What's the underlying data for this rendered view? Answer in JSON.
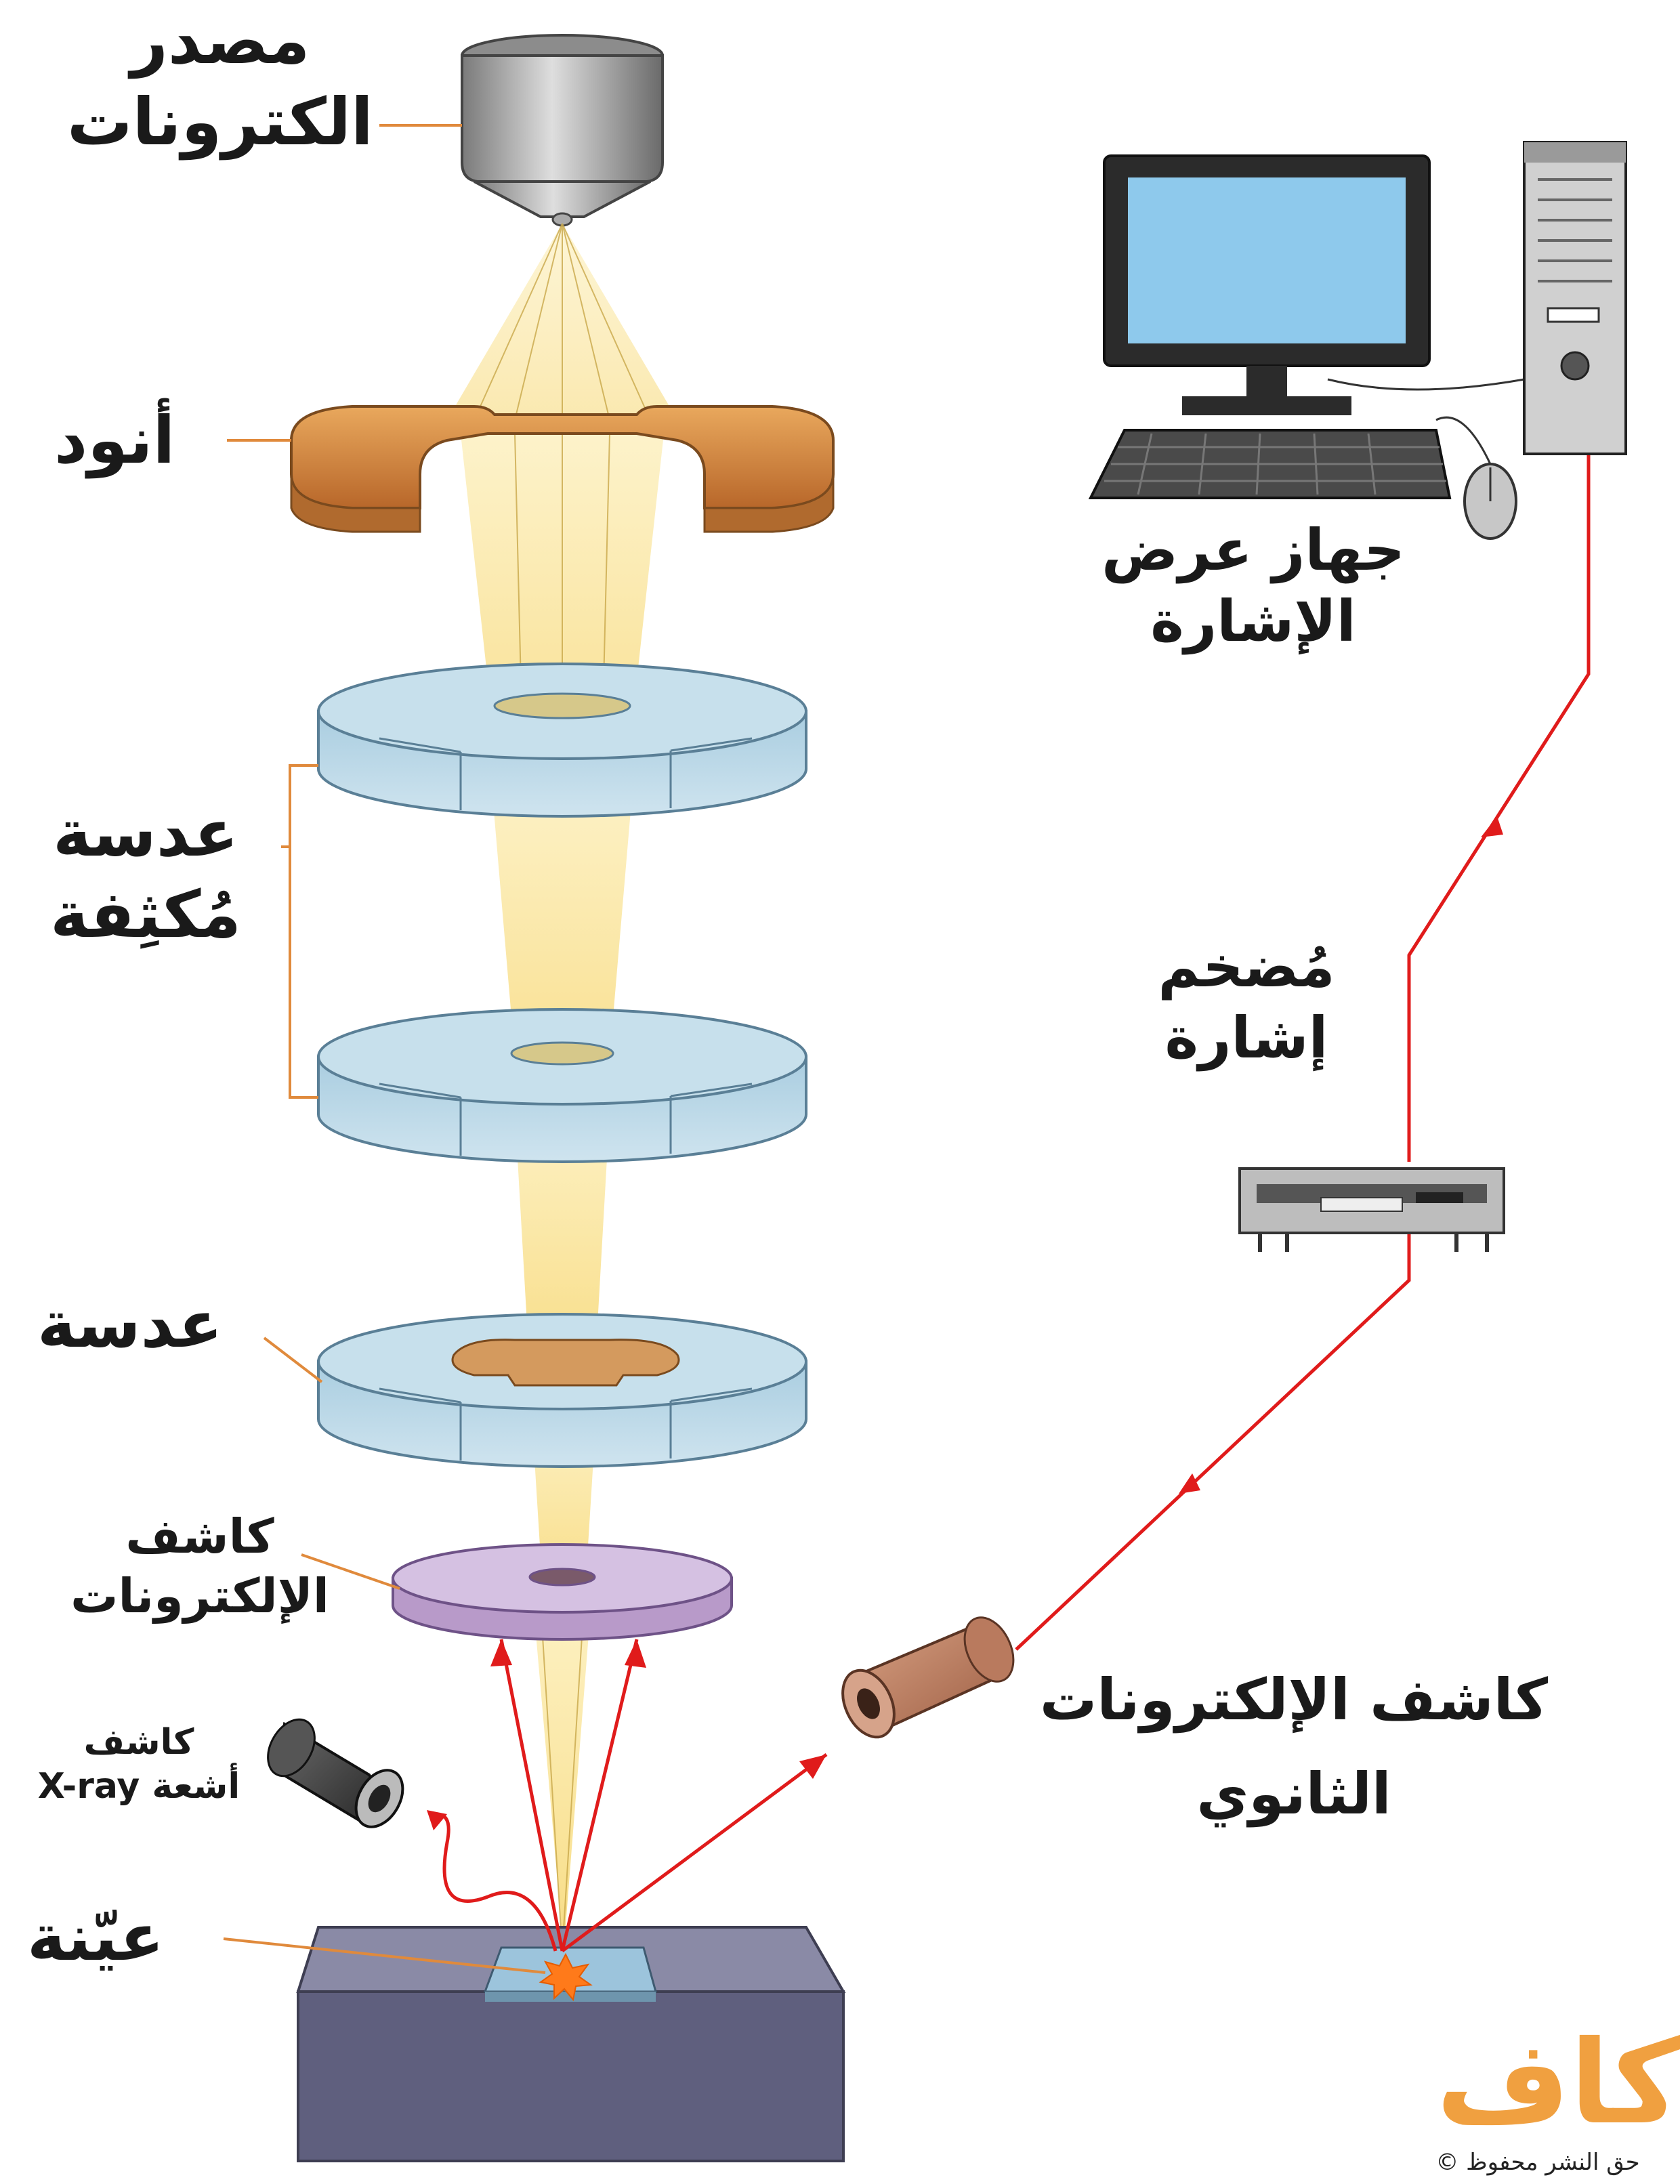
{
  "labels": {
    "electron_source": [
      "مصدر",
      "الكترونات"
    ],
    "anode": "أنود",
    "condenser_lens": [
      "عدسة",
      "مُكثِفة"
    ],
    "lens": "عدسة",
    "electron_detector": [
      "كاشف",
      "الإلكترونات"
    ],
    "xray_detector": [
      "كاشف",
      "أشعة X-ray"
    ],
    "sample": "عيّنة",
    "display_device": [
      "جهاز عرض",
      "الإشارة"
    ],
    "signal_amplifier": [
      "مُضخم",
      "إشارة"
    ],
    "secondary_detector": [
      "كاشف الإلكترونات",
      "الثانوي"
    ]
  },
  "logo": {
    "text": "كاف",
    "copyright": "حق النشر محفوظ ©"
  },
  "colors": {
    "beam": "#f5d66a",
    "lens": "#b9d6e6",
    "anode": "#c77a35",
    "detector": "#c7b0d9",
    "sample_block": "#5f5f7e",
    "signal": "#e01b1b",
    "logo": "#f0a040"
  }
}
